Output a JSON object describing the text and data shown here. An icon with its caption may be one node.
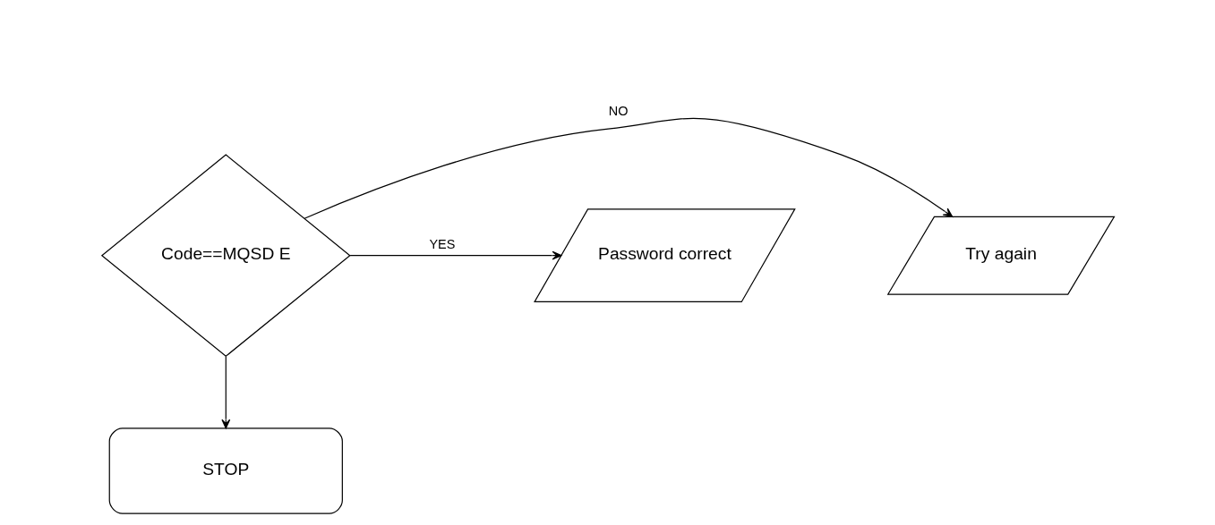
{
  "diagram": {
    "nodes": [
      {
        "text": [
          "Code==MQSD E"
        ]
      },
      {
        "text": [
          "Try again"
        ]
      },
      {
        "text": [
          "Password correct"
        ]
      },
      {
        "text": [
          "STOP"
        ]
      }
    ],
    "edges": [
      {
        "from": 0,
        "to": 1,
        "arrow": "to",
        "label": "NO"
      },
      {
        "from": 0,
        "to": 2,
        "arrow": "to",
        "label": "YES"
      },
      {
        "from": 0,
        "to": 3,
        "arrow": "to"
      }
    ]
  }
}
